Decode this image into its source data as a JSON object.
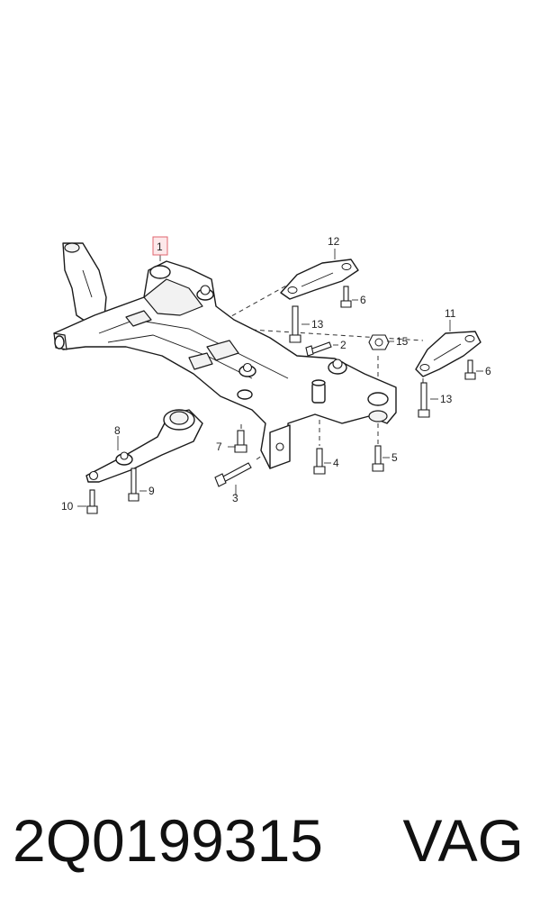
{
  "diagram": {
    "callouts": [
      {
        "id": "c1",
        "label": "1"
      },
      {
        "id": "c2",
        "label": "2"
      },
      {
        "id": "c3",
        "label": "3"
      },
      {
        "id": "c4",
        "label": "4"
      },
      {
        "id": "c5",
        "label": "5"
      },
      {
        "id": "c6a",
        "label": "6"
      },
      {
        "id": "c6b",
        "label": "6"
      },
      {
        "id": "c7",
        "label": "7"
      },
      {
        "id": "c8",
        "label": "8"
      },
      {
        "id": "c9",
        "label": "9"
      },
      {
        "id": "c10",
        "label": "10"
      },
      {
        "id": "c11",
        "label": "11"
      },
      {
        "id": "c12",
        "label": "12"
      },
      {
        "id": "c13a",
        "label": "13"
      },
      {
        "id": "c13b",
        "label": "13"
      },
      {
        "id": "c15",
        "label": "15"
      }
    ],
    "highlighted_callout": "1",
    "highlight_color": "#e0666f"
  },
  "footer": {
    "part_number": "2Q0199315",
    "brand": "VAG"
  }
}
